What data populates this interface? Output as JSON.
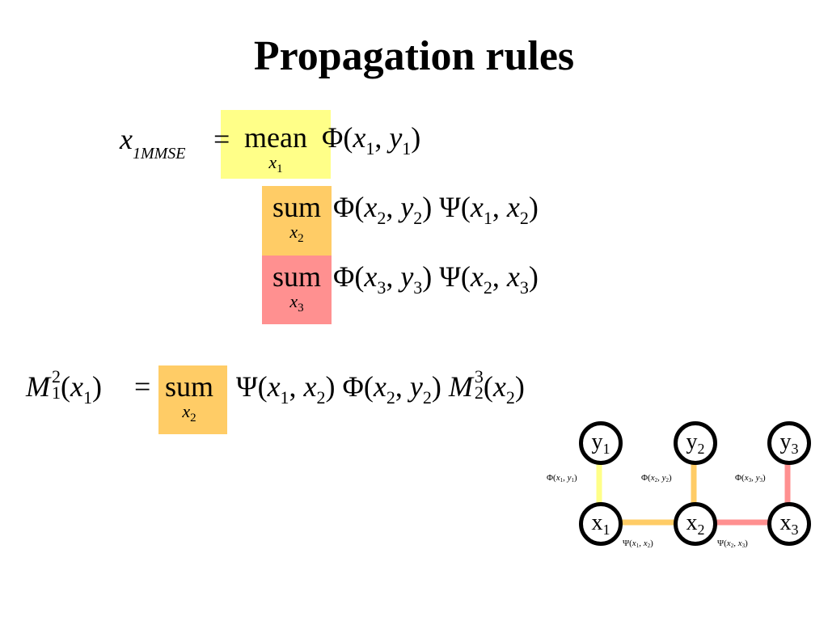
{
  "slide": {
    "title": "Propagation rules"
  },
  "colors": {
    "yellow": "#ffff88",
    "orange": "#ffcc66",
    "pink": "#ff9090",
    "edge_yellow": "#ffff88",
    "edge_orange": "#ffcc66",
    "edge_pink": "#ff9090"
  },
  "equations": {
    "mmse": {
      "lhs_var": "x",
      "lhs_sub": "1MMSE",
      "equals": "=",
      "op": "mean",
      "op_var": "x",
      "op_sub": "1",
      "phi": "Φ(x1, y1)"
    },
    "sum_x2": {
      "op": "sum",
      "op_var": "x",
      "op_sub": "2",
      "terms": "Φ(x2, y2) Ψ(x1, x2)"
    },
    "sum_x3": {
      "op": "sum",
      "op_var": "x",
      "op_sub": "3",
      "terms": "Φ(x3, y3) Ψ(x2, x3)"
    },
    "message": {
      "lhs": "M",
      "lhs_sup": "2",
      "lhs_sub": "1",
      "lhs_arg": "(x1)",
      "equals": "=",
      "op": "sum",
      "op_var": "x",
      "op_sub": "2",
      "rhs": "Ψ(x1, x2) Φ(x2, y2) M",
      "rhs_sup": "3",
      "rhs_sub": "2",
      "rhs_arg": "(x2)"
    }
  },
  "graph": {
    "nodes": [
      {
        "id": "y1",
        "letter": "y",
        "sub": "1"
      },
      {
        "id": "y2",
        "letter": "y",
        "sub": "2"
      },
      {
        "id": "y3",
        "letter": "y",
        "sub": "3"
      },
      {
        "id": "x1",
        "letter": "x",
        "sub": "1"
      },
      {
        "id": "x2",
        "letter": "x",
        "sub": "2"
      },
      {
        "id": "x3",
        "letter": "x",
        "sub": "3"
      }
    ],
    "edge_labels": {
      "phi1": "Φ(x1, y1)",
      "phi2": "Φ(x2, y2)",
      "phi3": "Φ(x3, y3)",
      "psi12": "Ψ(x1, x2)",
      "psi23": "Ψ(x2, x3)"
    }
  }
}
